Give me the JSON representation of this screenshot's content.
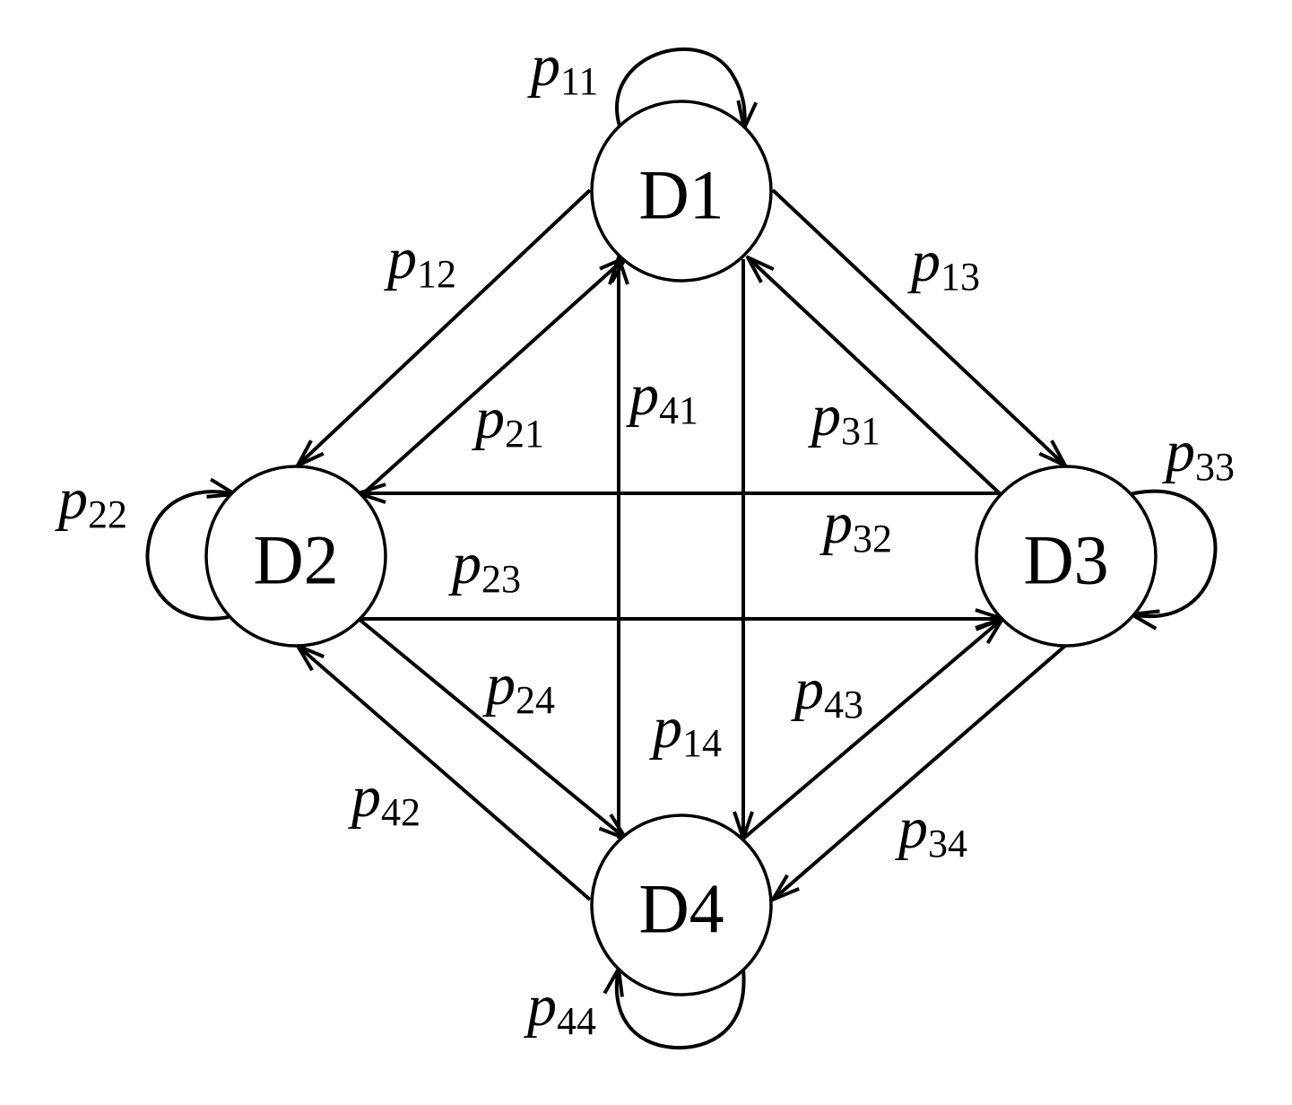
{
  "nodes": [
    {
      "id": "D1",
      "label": "D1"
    },
    {
      "id": "D2",
      "label": "D2"
    },
    {
      "id": "D3",
      "label": "D3"
    },
    {
      "id": "D4",
      "label": "D4"
    }
  ],
  "edge_labels": {
    "p11": {
      "base": "p",
      "sub": "11"
    },
    "p12": {
      "base": "p",
      "sub": "12"
    },
    "p13": {
      "base": "p",
      "sub": "13"
    },
    "p14": {
      "base": "p",
      "sub": "14"
    },
    "p21": {
      "base": "p",
      "sub": "21"
    },
    "p22": {
      "base": "p",
      "sub": "22"
    },
    "p23": {
      "base": "p",
      "sub": "23"
    },
    "p24": {
      "base": "p",
      "sub": "24"
    },
    "p31": {
      "base": "p",
      "sub": "31"
    },
    "p32": {
      "base": "p",
      "sub": "32"
    },
    "p33": {
      "base": "p",
      "sub": "33"
    },
    "p34": {
      "base": "p",
      "sub": "34"
    },
    "p41": {
      "base": "p",
      "sub": "41"
    },
    "p42": {
      "base": "p",
      "sub": "42"
    },
    "p43": {
      "base": "p",
      "sub": "43"
    },
    "p44": {
      "base": "p",
      "sub": "44"
    }
  },
  "edges": [
    {
      "from": "D1",
      "to": "D1",
      "label": "p11"
    },
    {
      "from": "D1",
      "to": "D2",
      "label": "p12"
    },
    {
      "from": "D1",
      "to": "D3",
      "label": "p13"
    },
    {
      "from": "D1",
      "to": "D4",
      "label": "p14"
    },
    {
      "from": "D2",
      "to": "D1",
      "label": "p21"
    },
    {
      "from": "D2",
      "to": "D2",
      "label": "p22"
    },
    {
      "from": "D2",
      "to": "D3",
      "label": "p23"
    },
    {
      "from": "D2",
      "to": "D4",
      "label": "p24"
    },
    {
      "from": "D3",
      "to": "D1",
      "label": "p31"
    },
    {
      "from": "D3",
      "to": "D2",
      "label": "p32"
    },
    {
      "from": "D3",
      "to": "D3",
      "label": "p33"
    },
    {
      "from": "D3",
      "to": "D4",
      "label": "p34"
    },
    {
      "from": "D4",
      "to": "D1",
      "label": "p41"
    },
    {
      "from": "D4",
      "to": "D2",
      "label": "p42"
    },
    {
      "from": "D4",
      "to": "D3",
      "label": "p43"
    },
    {
      "from": "D4",
      "to": "D4",
      "label": "p44"
    }
  ],
  "colors": {
    "stroke": "#000000",
    "background": "#ffffff"
  }
}
